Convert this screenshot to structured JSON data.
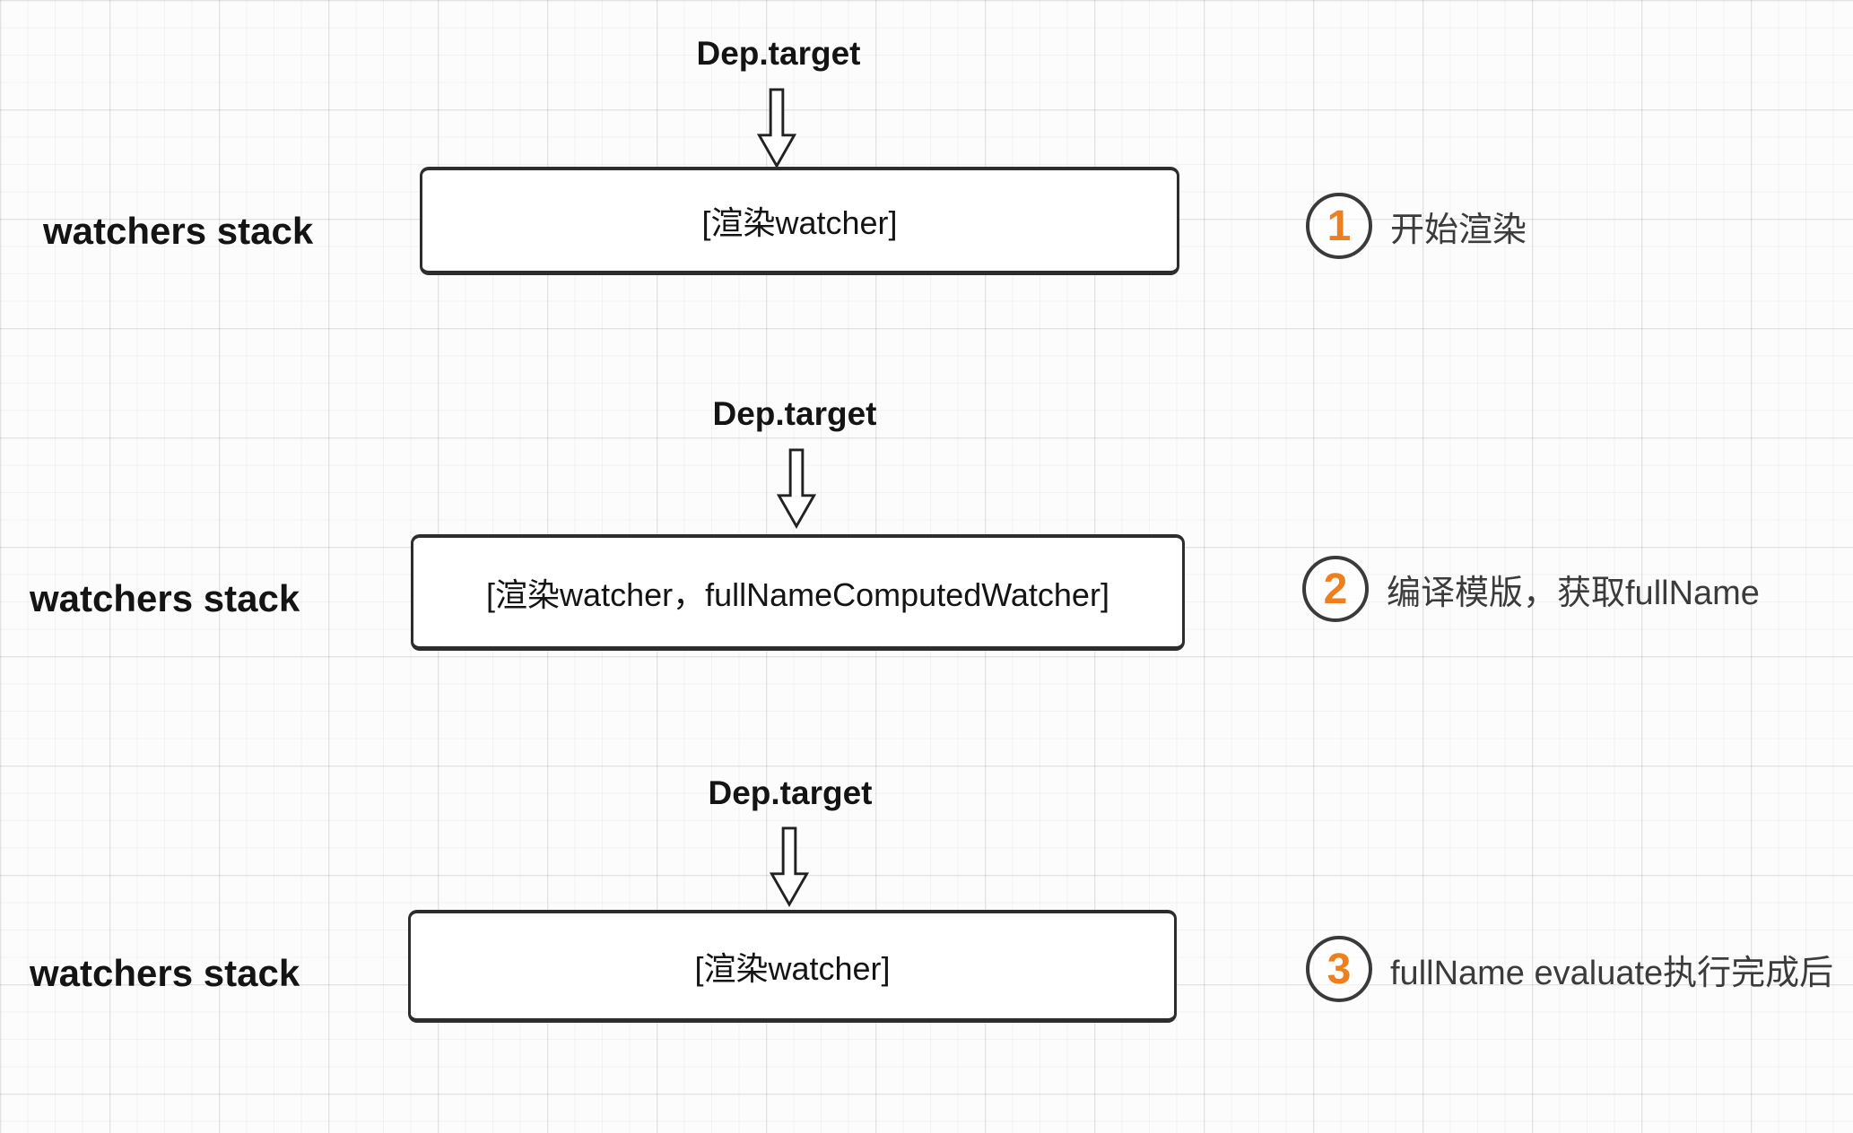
{
  "colors": {
    "accent_orange": "#ee7f1f",
    "box_border": "#2d2d2d",
    "circle_border": "#3a3a3a",
    "text": "#141414"
  },
  "icons": {
    "arrow": "hollow-down-arrow"
  },
  "sections": [
    {
      "dep_label": "Dep.target",
      "stack_label": "watchers stack",
      "box_text": "[渲染watcher]",
      "step_number": "1",
      "note": "开始渲染"
    },
    {
      "dep_label": "Dep.target",
      "stack_label": "watchers stack",
      "box_text": "[渲染watcher，fullNameComputedWatcher]",
      "step_number": "2",
      "note": "编译模版，获取fullName"
    },
    {
      "dep_label": "Dep.target",
      "stack_label": "watchers stack",
      "box_text": "[渲染watcher]",
      "step_number": "3",
      "note": "fullName evaluate执行完成后"
    }
  ]
}
